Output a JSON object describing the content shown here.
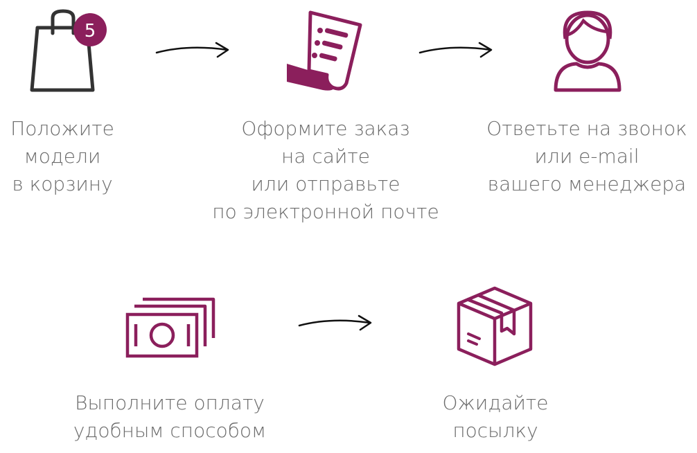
{
  "colors": {
    "accent": "#8b1f5c",
    "outline": "#333333",
    "text": "#6b6b6b"
  },
  "steps": [
    {
      "icon": "shopping-bag-icon",
      "badge": "5",
      "lines": [
        "Положите",
        "модели",
        "в корзину"
      ]
    },
    {
      "icon": "receipt-icon",
      "lines": [
        "Оформите заказ",
        "на сайте",
        "или отправьте",
        "по электронной почте"
      ]
    },
    {
      "icon": "manager-person-icon",
      "lines": [
        "Ответьте на звонок",
        "или e-mail",
        "вашего менеджера"
      ]
    },
    {
      "icon": "banknotes-icon",
      "lines": [
        "Выполните оплату",
        "удобным способом"
      ]
    },
    {
      "icon": "parcel-box-icon",
      "lines": [
        "Ожидайте",
        "посылку"
      ]
    }
  ]
}
